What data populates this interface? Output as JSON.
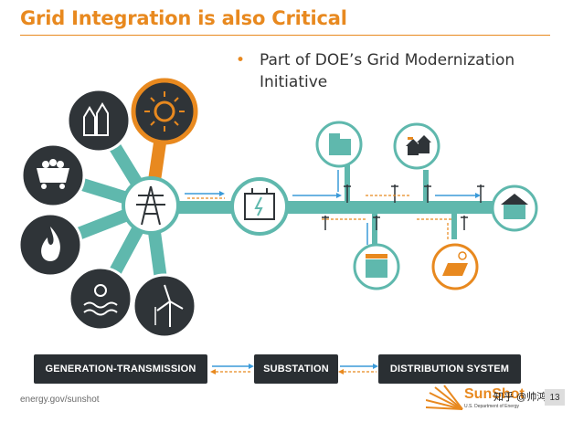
{
  "slide": {
    "title": "Grid Integration is also Critical",
    "bullet": "Part of DOE’s Grid Modernization Initiative",
    "bullet_marker": "•"
  },
  "stages": [
    {
      "label": "GENERATION-TRANSMISSION"
    },
    {
      "label": "SUBSTATION"
    },
    {
      "label": "DISTRIBUTION SYSTEM"
    }
  ],
  "generation_sources": [
    {
      "icon": "nuclear-plant-icon"
    },
    {
      "icon": "sun-icon",
      "highlight": true
    },
    {
      "icon": "coal-cart-icon"
    },
    {
      "icon": "flame-icon"
    },
    {
      "icon": "hydro-icon"
    },
    {
      "icon": "wind-turbine-icon"
    }
  ],
  "distribution_nodes": [
    {
      "icon": "office-building-icon"
    },
    {
      "icon": "houses-icon"
    },
    {
      "icon": "house-icon"
    },
    {
      "icon": "solar-building-icon"
    },
    {
      "icon": "solar-panel-icon",
      "highlight": true
    }
  ],
  "colors": {
    "accent_orange": "#e8891f",
    "teal": "#5fb8ad",
    "dark_circle": "#2f3438",
    "arrow_blue": "#3a9ad9",
    "label_bg": "#2a2f33"
  },
  "footer": {
    "url": "energy.gov/sunshot",
    "logo": "SunShot",
    "logo_sub": "U.S. Department of Energy",
    "watermark": "知乎 @帅鸿江",
    "page": "13"
  }
}
